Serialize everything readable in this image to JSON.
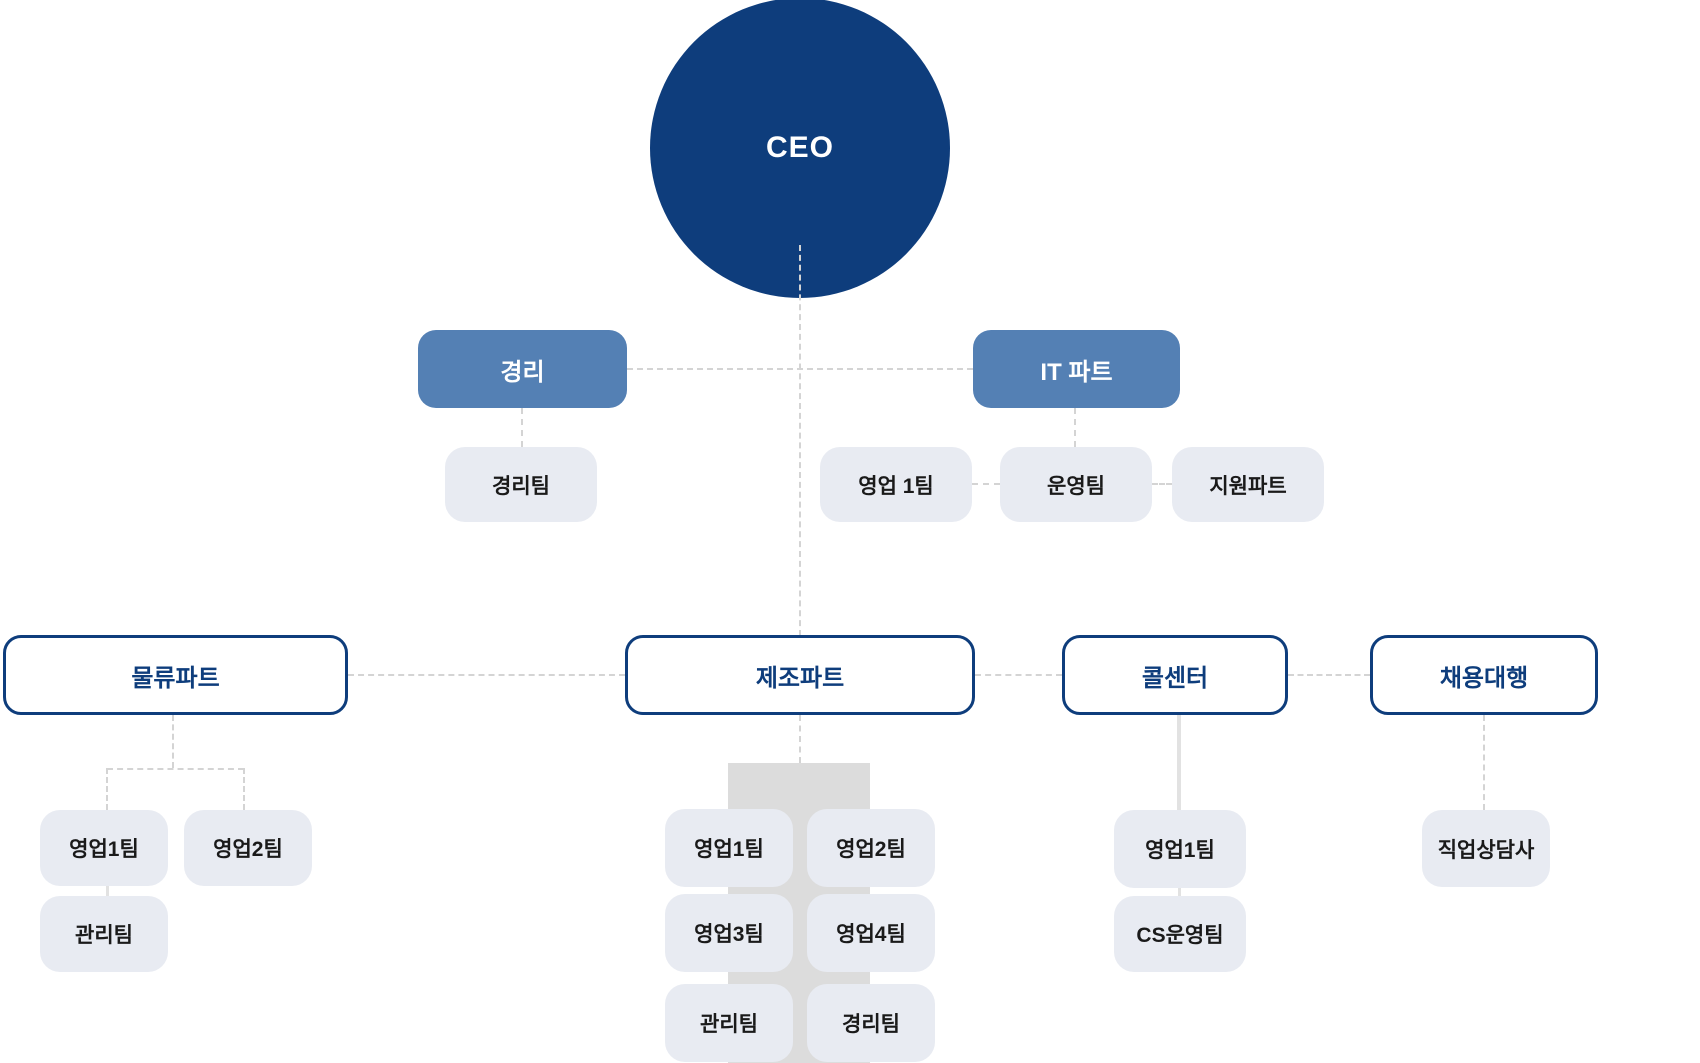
{
  "org": {
    "ceo": {
      "label": "CEO"
    },
    "staff_units": [
      {
        "id": "accounting",
        "label": "경리",
        "children": [
          "경리팀"
        ]
      },
      {
        "id": "it-part",
        "label": "IT 파트",
        "children": [
          "영업 1팀",
          "운영팀",
          "지원파트"
        ]
      }
    ],
    "divisions": [
      {
        "id": "logistics",
        "label": "물류파트",
        "children": [
          "영업1팀",
          "영업2팀",
          "관리팀"
        ]
      },
      {
        "id": "manufacturing",
        "label": "제조파트",
        "children": [
          "영업1팀",
          "영업2팀",
          "영업3팀",
          "영업4팀",
          "관리팀",
          "경리팀"
        ]
      },
      {
        "id": "call-center",
        "label": "콜센터",
        "children": [
          "영업1팀",
          "CS운영팀"
        ]
      },
      {
        "id": "recruiting-agency",
        "label": "채용대행",
        "children": [
          "직업상담사"
        ]
      }
    ],
    "colors": {
      "navy": "#0e3d7c",
      "blue": "#5480b4",
      "light_box": "#e8ebf2",
      "connector": "#d4d4d4",
      "gray_panel": "#dcdcdc",
      "solid_line": "#e2e2e2",
      "text_dark": "#1a1a1a"
    }
  }
}
